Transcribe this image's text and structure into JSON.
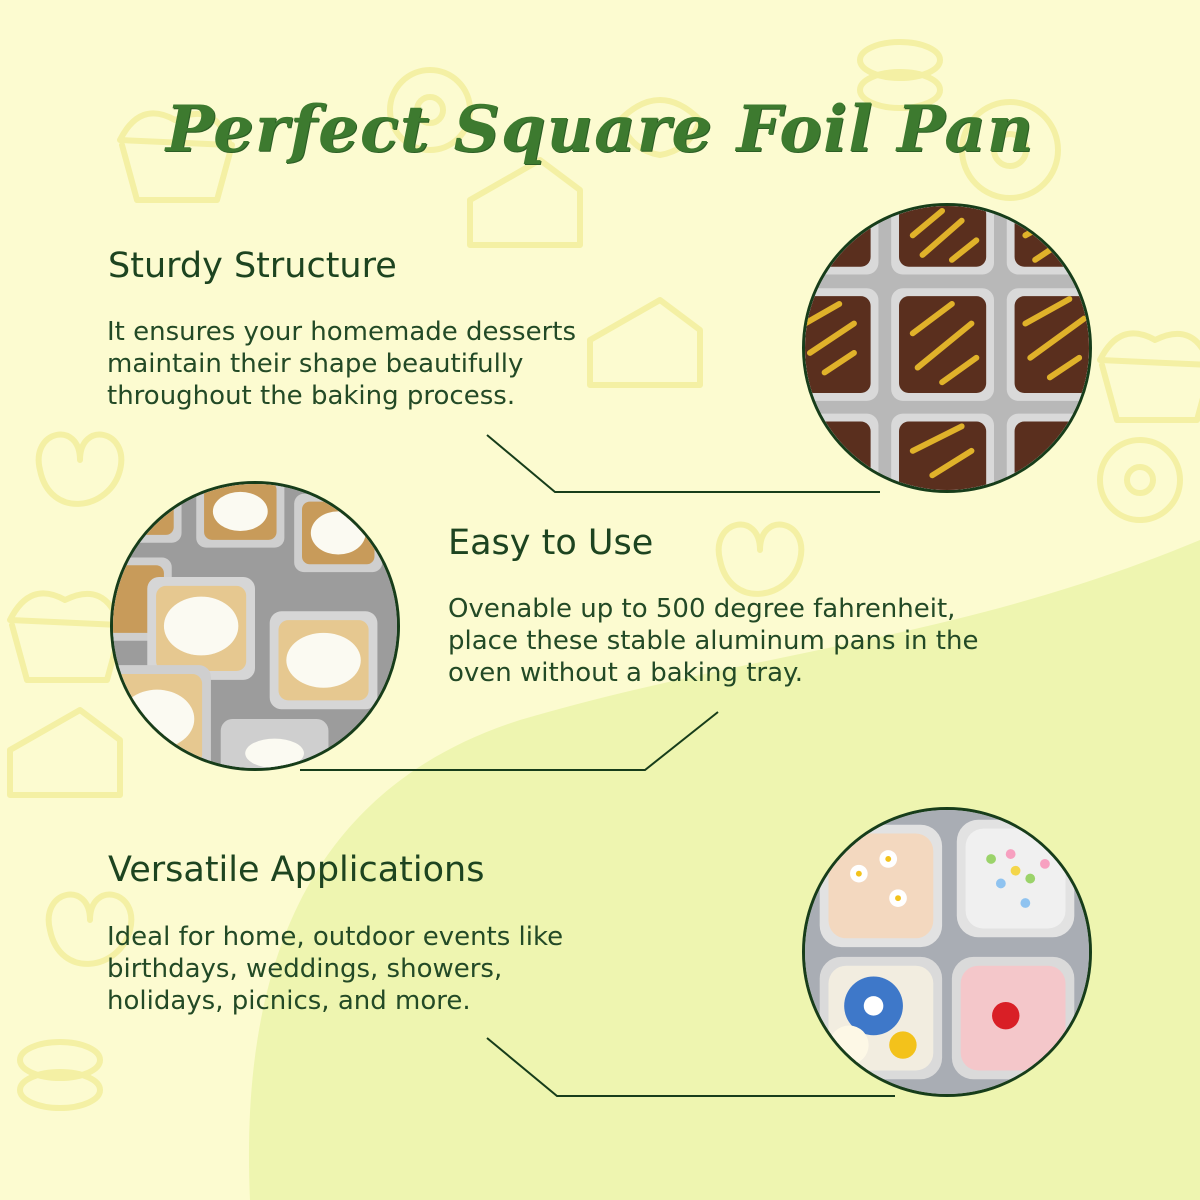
{
  "title": "Perfect Square Foil Pan",
  "features": [
    {
      "heading": "Sturdy Structure",
      "lines": [
        "It ensures your homemade desserts",
        "maintain their shape beautifully",
        "throughout the baking process."
      ],
      "photo": "brownie-squares-photo"
    },
    {
      "heading": "Easy to Use",
      "lines": [
        "Ovenable up to 500 degree fahrenheit,",
        "place these stable aluminum pans in the",
        "oven without a baking tray."
      ],
      "photo": "frosted-cake-squares-photo"
    },
    {
      "heading": "Versatile Applications",
      "lines": [
        "Ideal for home, outdoor events like",
        "birthdays, weddings, showers,",
        "holidays, picnics, and more."
      ],
      "photo": "decorated-cake-pans-photo"
    }
  ],
  "colors": {
    "background": "#fcfbd0",
    "wave": "#eef5b0",
    "title": "#3d7a2f",
    "heading": "#1d4420",
    "line": "#173d1a"
  }
}
